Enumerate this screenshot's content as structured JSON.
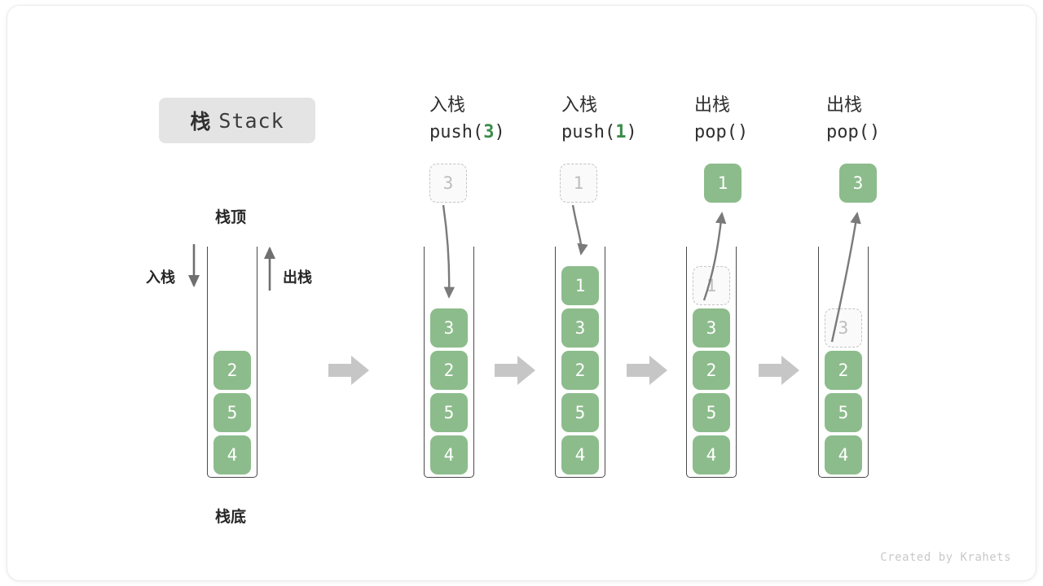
{
  "title": {
    "cn": "栈",
    "en": "Stack"
  },
  "labels": {
    "top": "栈顶",
    "bottom": "栈底",
    "push_side": "入栈",
    "pop_side": "出栈"
  },
  "footer": "Created by Krahets",
  "colors": {
    "cell_fill": "#8cbc8b",
    "cell_text": "#ffffff",
    "ghost_border": "#c4c4c4",
    "ghost_text": "#bdbdbd",
    "arrow_gray": "#7a7a7a",
    "block_arrow": "#c6c6c6",
    "badge_bg": "#e4e4e4",
    "accent_green": "#3a8c4a"
  },
  "columns": [
    {
      "id": "initial",
      "header_line1": "",
      "header_line2": "",
      "header_arg": "",
      "cells": [
        "2",
        "5",
        "4"
      ],
      "ghost_index": -1,
      "float_cell": null
    },
    {
      "id": "push-3",
      "header_line1": "入栈",
      "header_prefix": "push(",
      "header_arg": "3",
      "header_suffix": ")",
      "cells": [
        "3",
        "2",
        "5",
        "4"
      ],
      "ghost_index": -1,
      "float_cell": {
        "value": "3",
        "style": "ghost"
      }
    },
    {
      "id": "push-1",
      "header_line1": "入栈",
      "header_prefix": "push(",
      "header_arg": "1",
      "header_suffix": ")",
      "cells": [
        "1",
        "3",
        "2",
        "5",
        "4"
      ],
      "ghost_index": -1,
      "float_cell": {
        "value": "1",
        "style": "ghost"
      }
    },
    {
      "id": "pop-1",
      "header_line1": "出栈",
      "header_prefix": "pop(",
      "header_arg": "",
      "header_suffix": ")",
      "cells": [
        "1",
        "3",
        "2",
        "5",
        "4"
      ],
      "ghost_index": 0,
      "float_cell": {
        "value": "1",
        "style": "filled"
      }
    },
    {
      "id": "pop-3",
      "header_line1": "出栈",
      "header_prefix": "pop(",
      "header_arg": "",
      "header_suffix": ")",
      "cells": [
        "3",
        "2",
        "5",
        "4"
      ],
      "ghost_index": 0,
      "float_cell": {
        "value": "3",
        "style": "filled"
      }
    }
  ]
}
